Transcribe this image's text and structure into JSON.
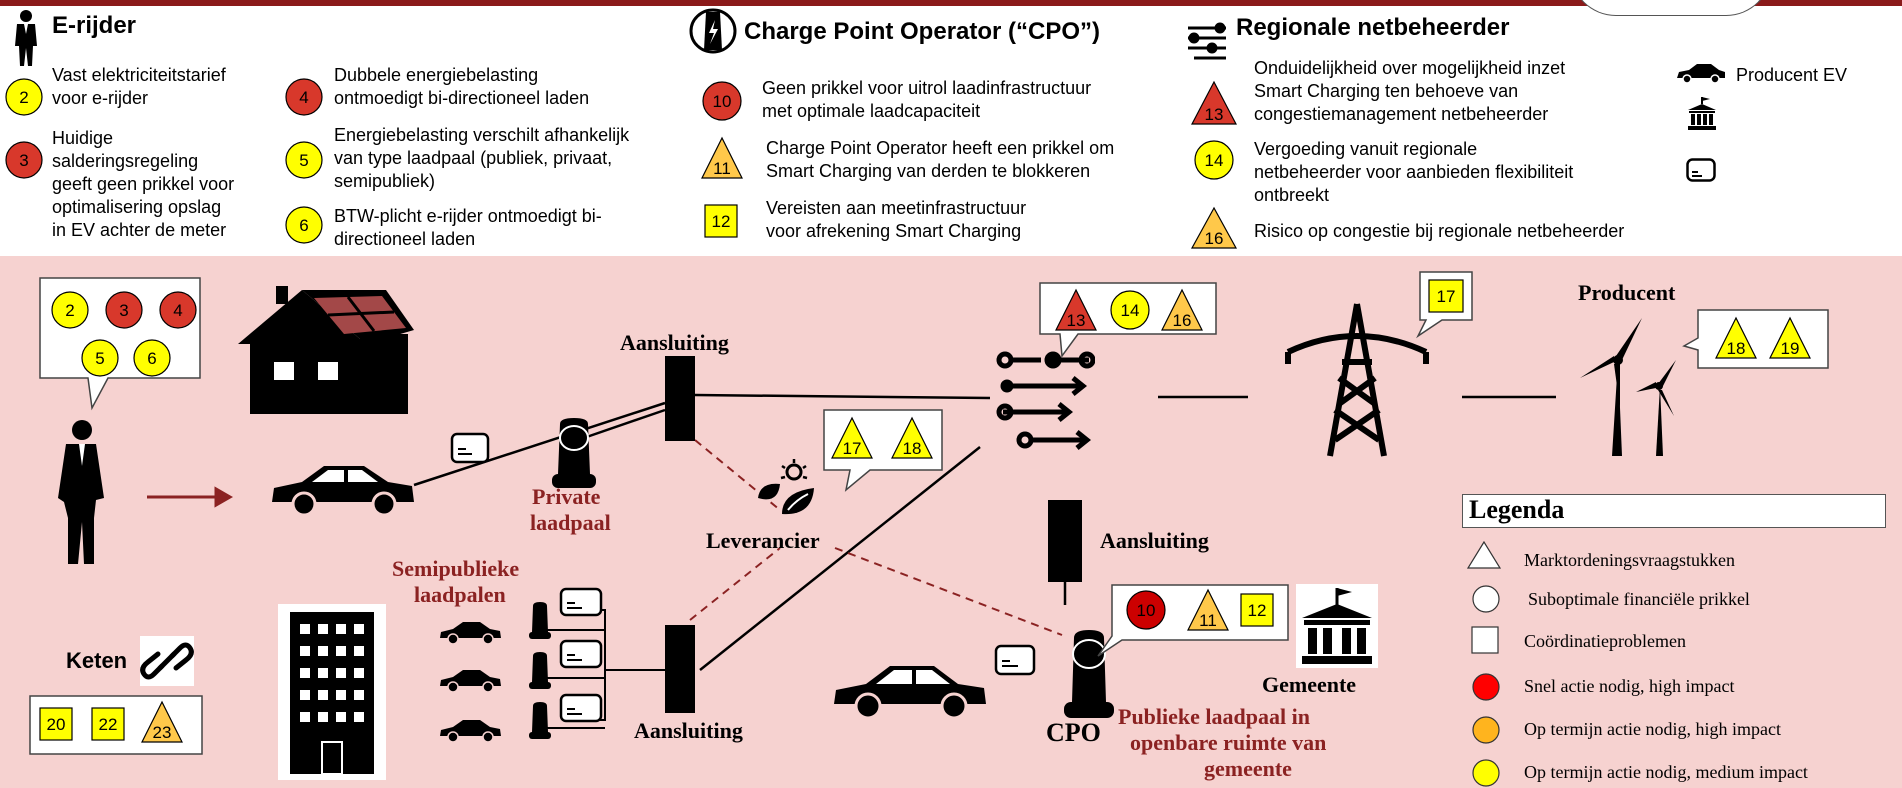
{
  "header": {
    "erijder_title": "E-rijder",
    "cpo_title": "Charge Point Operator (“CPO”)",
    "netbeheerder_title": "Regionale netbeheerder"
  },
  "issues": [
    {
      "num": "2",
      "shape": "circle",
      "color": "#ffff00",
      "text_lines": [
        "Vast elektriciteitstarief",
        "voor e-rijder"
      ]
    },
    {
      "num": "3",
      "shape": "circle",
      "color": "#d8382b",
      "text_lines": [
        "Huidige",
        "salderingsregeling",
        "geeft geen prikkel voor",
        "optimalisering opslag",
        "in EV achter de meter"
      ]
    },
    {
      "num": "4",
      "shape": "circle",
      "color": "#d8382b",
      "text_lines": [
        "Dubbele energiebelasting",
        "ontmoedigt bi-directioneel laden"
      ]
    },
    {
      "num": "5",
      "shape": "circle",
      "color": "#ffff00",
      "text_lines": [
        "Energiebelasting verschilt afhankelijk",
        "van type laadpaal (publiek, privaat,",
        "semipubliek)"
      ]
    },
    {
      "num": "6",
      "shape": "circle",
      "color": "#ffff00",
      "text_lines": [
        "BTW-plicht e-rijder ontmoedigt bi-",
        "directioneel laden"
      ]
    },
    {
      "num": "10",
      "shape": "circle",
      "color": "#d8382b",
      "text_lines": [
        "Geen prikkel voor uitrol laadinfrastructuur",
        "met optimale laadcapaciteit"
      ]
    },
    {
      "num": "11",
      "shape": "triangle",
      "color": "#ffc84a",
      "text_lines": [
        "Charge Point Operator heeft een prikkel om",
        "Smart Charging van derden te blokkeren"
      ]
    },
    {
      "num": "12",
      "shape": "square",
      "color": "#ffff00",
      "text_lines": [
        "Vereisten aan meetinfrastructuur",
        "voor afrekening Smart Charging"
      ]
    },
    {
      "num": "13",
      "shape": "triangle",
      "color": "#d8382b",
      "text_lines": [
        "Onduidelijkheid over mogelijkheid inzet",
        "Smart Charging ten behoeve van",
        "congestiemanagement netbeheerder"
      ]
    },
    {
      "num": "14",
      "shape": "circle",
      "color": "#ffff00",
      "text_lines": [
        "Vergoeding vanuit regionale",
        "netbeheerder voor aanbieden flexibiliteit",
        "ontbreekt"
      ]
    },
    {
      "num": "16",
      "shape": "triangle",
      "color": "#ffc84a",
      "text_lines": [
        "Risico op congestie bij regionale netbeheerder"
      ]
    }
  ],
  "side_legend": {
    "producent_ev": "Producent EV"
  },
  "diagram": {
    "aansluiting_top": "Aansluiting",
    "aansluiting_right": "Aansluiting",
    "aansluiting_bottom": "Aansluiting",
    "private_laadpaal": [
      "Private",
      "laadpaal"
    ],
    "semipublieke": [
      "Semipublieke",
      "laadpalen"
    ],
    "leverancier": "Leverancier",
    "producent": "Producent",
    "keten": "Keten",
    "gemeente": "Gemeente",
    "cpo": "CPO",
    "publieke": [
      "Publieke laadpaal in",
      "openbare ruimte van",
      "gemeente"
    ]
  },
  "bubbles": {
    "erijder": [
      "2",
      "3",
      "4",
      "5",
      "6"
    ],
    "netbeheerder": [
      "13",
      "14",
      "16"
    ],
    "pylon": [
      "17"
    ],
    "leverancier": [
      "17",
      "18"
    ],
    "producent": [
      "18",
      "19"
    ],
    "cpo": [
      "10",
      "11",
      "12"
    ],
    "keten": [
      "20",
      "22",
      "23"
    ]
  },
  "legend": {
    "title": "Legenda",
    "items": [
      {
        "shape": "triangle",
        "color": "#ffffff",
        "label": "Marktordeningsvraagstukken"
      },
      {
        "shape": "circle",
        "color": "#ffffff",
        "label": "Suboptimale financiële prikkel"
      },
      {
        "shape": "square",
        "color": "#ffffff",
        "label": "Coördinatieproblemen"
      },
      {
        "shape": "circle",
        "color": "#ff0000",
        "label": "Snel actie nodig, high impact"
      },
      {
        "shape": "circle",
        "color": "#ffb41e",
        "label": "Op termijn actie nodig, high impact"
      },
      {
        "shape": "circle",
        "color": "#ffff00",
        "label": "Op termijn actie nodig, medium impact"
      }
    ]
  },
  "colors": {
    "band": "#f6d2d0",
    "maroon": "#8b2222",
    "red": "#d8382b",
    "yellow": "#ffff00",
    "orange": "#ffc84a"
  }
}
